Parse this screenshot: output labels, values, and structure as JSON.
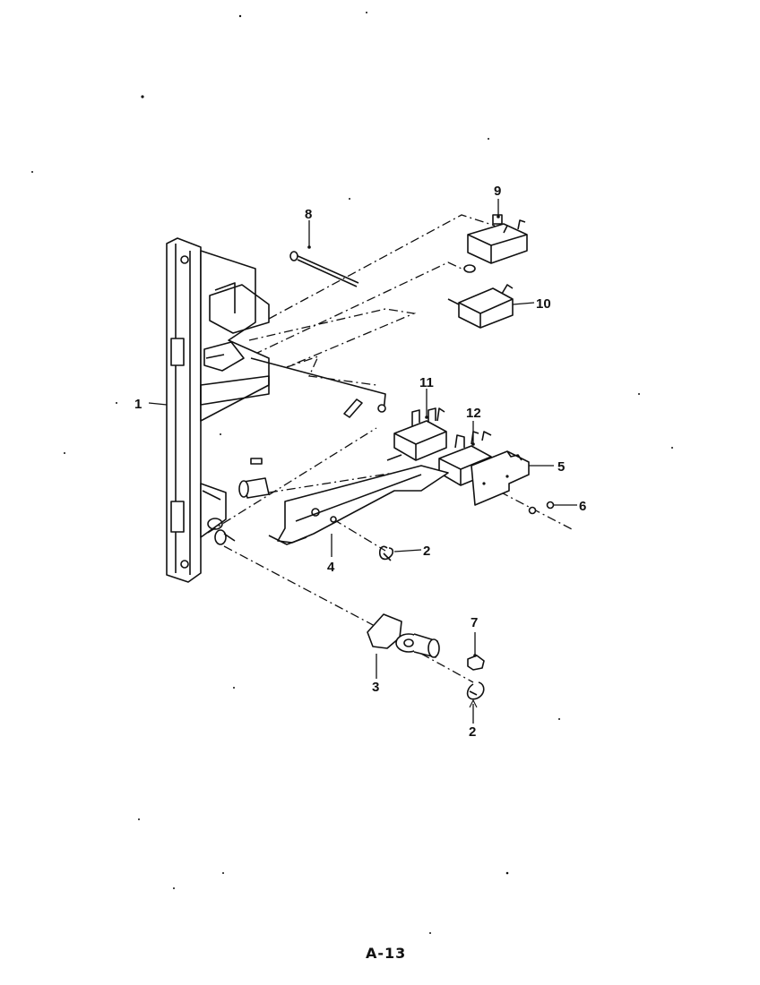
{
  "diagram": {
    "callouts": {
      "c1": "1",
      "c2a": "2",
      "c2b": "2",
      "c3": "3",
      "c4": "4",
      "c5": "5",
      "c6": "6",
      "c7": "7",
      "c8": "8",
      "c9": "9",
      "c10": "10",
      "c11": "11",
      "c12": "12"
    },
    "page_number": "A-13"
  }
}
